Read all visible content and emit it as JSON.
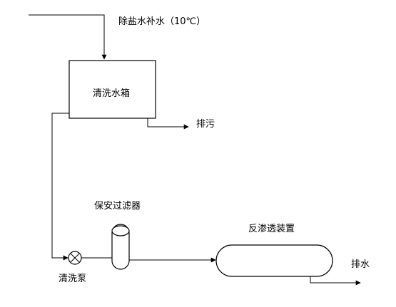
{
  "labels": {
    "makeup_water": "除盐水补水（10℃）",
    "cleaning_tank": "清洗水箱",
    "blowdown": "排污",
    "cartridge_filter": "保安过滤器",
    "ro_unit": "反渗透装置",
    "cleaning_pump": "清洗泵",
    "drain": "排水"
  },
  "colors": {
    "line": "#000000",
    "background": "#ffffff"
  }
}
